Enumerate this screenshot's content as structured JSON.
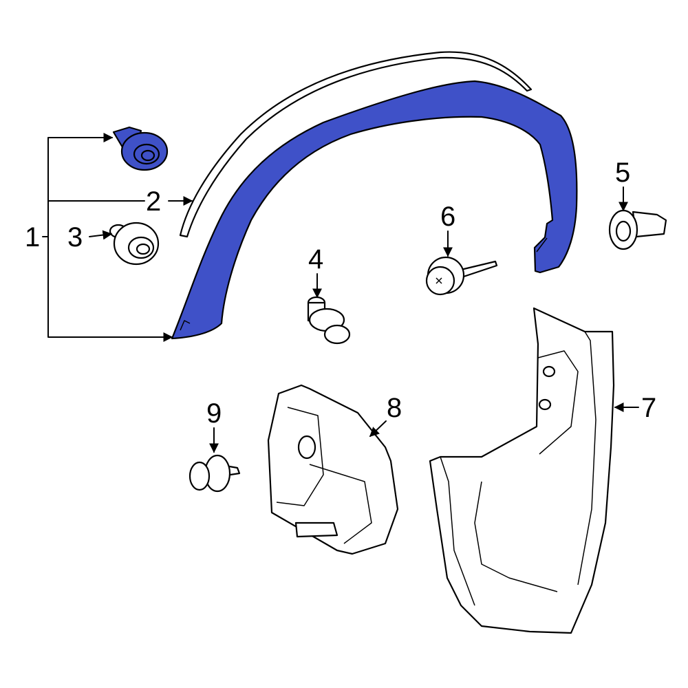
{
  "callouts": {
    "c1": "1",
    "c2": "2",
    "c3": "3",
    "c4": "4",
    "c5": "5",
    "c6": "6",
    "c7": "7",
    "c8": "8",
    "c9": "9"
  },
  "colors": {
    "highlight": "#3F51C8",
    "line": "#000000",
    "background": "#ffffff"
  }
}
